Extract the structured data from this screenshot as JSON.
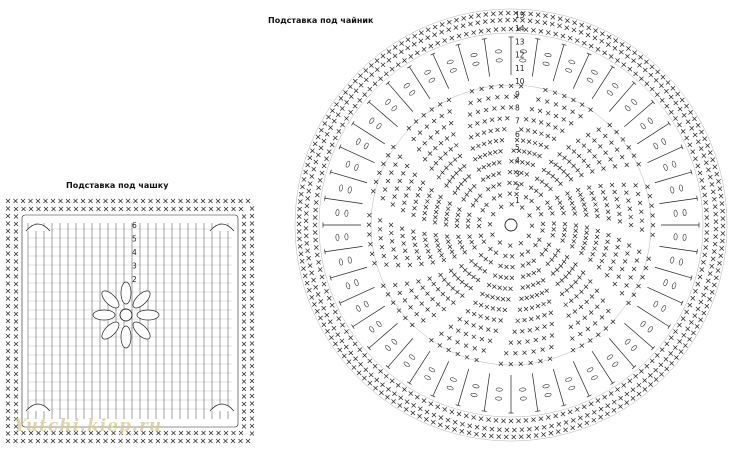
{
  "titles": {
    "teapot": "Подставка под чайник",
    "cup": "Подставка под чашку"
  },
  "round_chart": {
    "row_numbers": [
      "15",
      "14",
      "13",
      "12",
      "11",
      "10",
      "9",
      "8",
      "7",
      "6",
      "5",
      "4",
      "3",
      "2",
      "1"
    ]
  },
  "square_chart": {
    "row_numbers": [
      "6",
      "5",
      "4",
      "3",
      "2"
    ]
  },
  "watermark": "Yutchi.kiep.ru",
  "colors": {
    "ink": "#222222",
    "watermark": "#d8c98a"
  }
}
